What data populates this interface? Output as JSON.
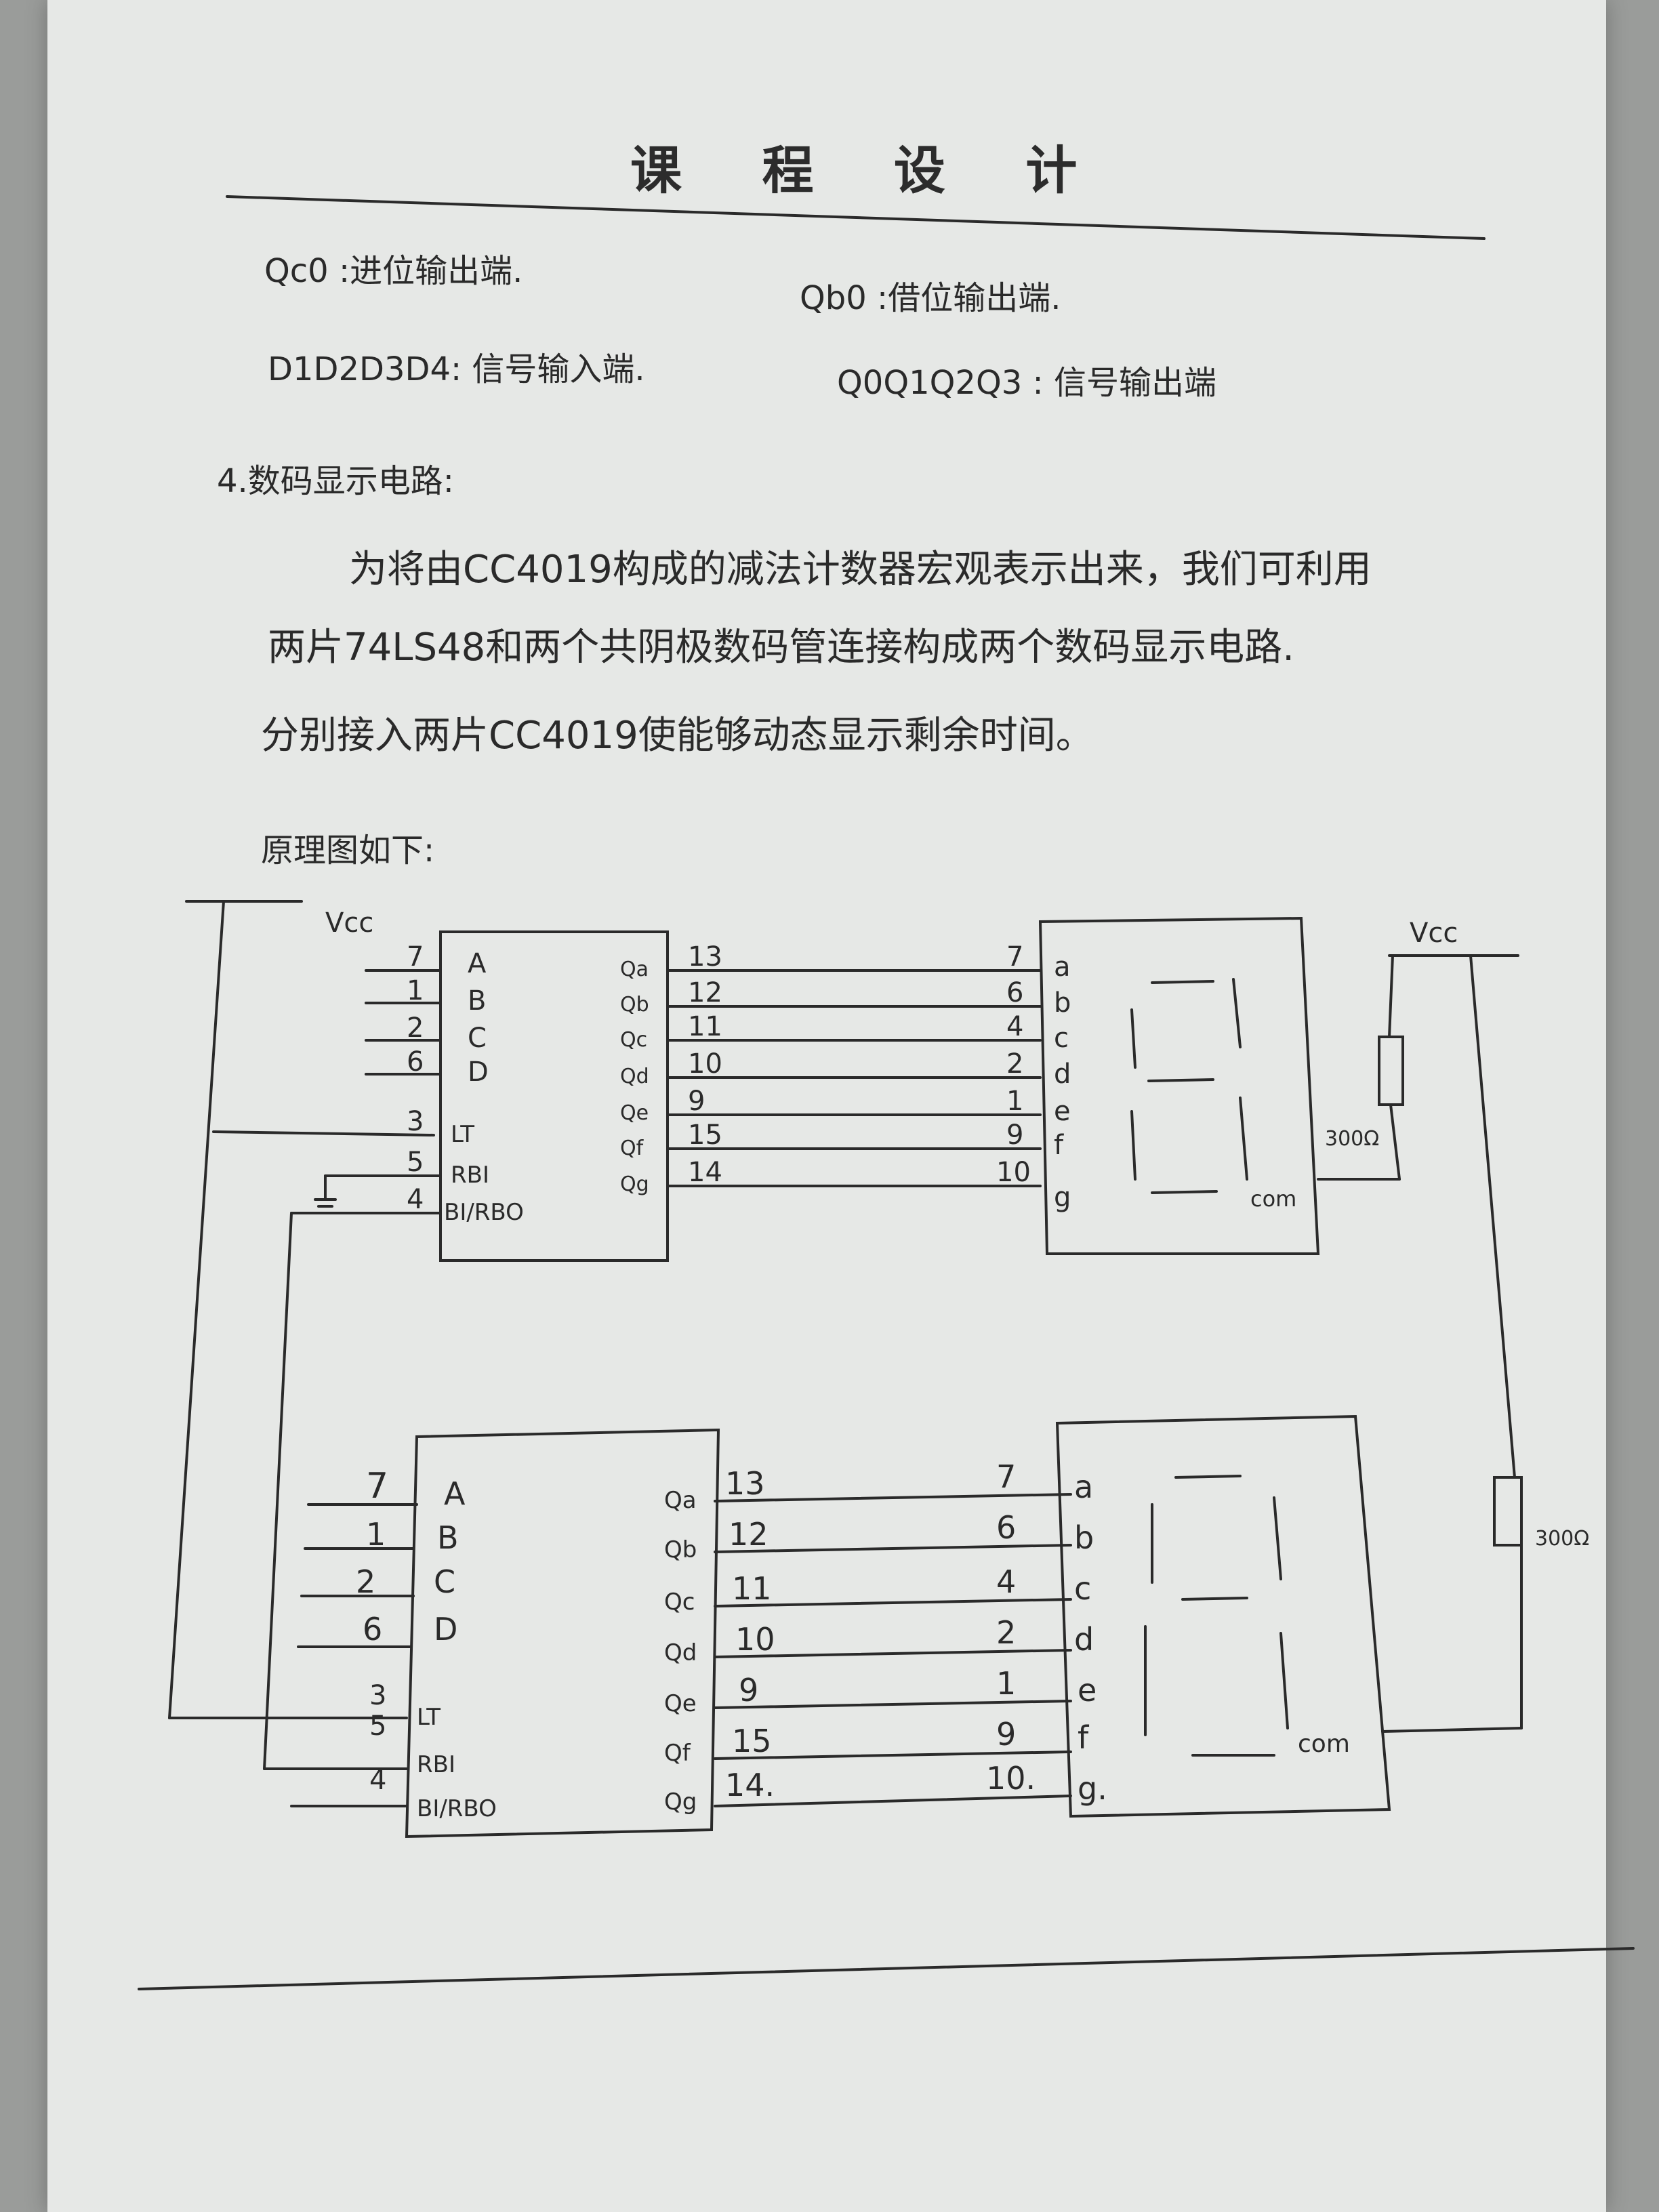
{
  "page_title": "课 程 设 计",
  "definitions": {
    "qc0": "Qc0 :进位输出端.",
    "qb0": "Qb0 :借位输出端.",
    "d_inputs": "D1D2D3D4: 信号输入端.",
    "q_outputs": "Q0Q1Q2Q3 : 信号输出端"
  },
  "section_heading": "4.数码显示电路:",
  "paragraph": [
    "为将由CC4019构成的减法计数器宏观表示出来，我们可利用",
    "两片74LS48和两个共阴极数码管连接构成两个数码显示电路.",
    "分别接入两片CC4019使能够动态显示剩余时间。"
  ],
  "diagram_caption": "原理图如下:",
  "circuit": {
    "vcc_left": "Vcc",
    "vcc_right": "Vcc",
    "resistor_1": "300Ω",
    "resistor_2": "300Ω",
    "chip1": {
      "in_pins": [
        "7",
        "1",
        "2",
        "6"
      ],
      "in_labels": [
        "A",
        "B",
        "C",
        "D"
      ],
      "ctrl_pins": [
        "3",
        "5",
        "4"
      ],
      "ctrl_labels": [
        "LT",
        "RBI",
        "BI/RBO"
      ],
      "out_labels": [
        "Qa",
        "Qb",
        "Qc",
        "Qd",
        "Qe",
        "Qf",
        "Qg"
      ],
      "out_pins": [
        "13",
        "12",
        "11",
        "10",
        "9",
        "15",
        "14"
      ]
    },
    "display1": {
      "pins": [
        "7",
        "6",
        "4",
        "2",
        "1",
        "9",
        "10"
      ],
      "segments": [
        "a",
        "b",
        "c",
        "d",
        "e",
        "f",
        "g"
      ],
      "com": "com"
    },
    "chip2": {
      "in_pins": [
        "7",
        "1",
        "2",
        "6"
      ],
      "in_labels": [
        "A",
        "B",
        "C",
        "D"
      ],
      "ctrl_pins": [
        "3",
        "5",
        "4"
      ],
      "ctrl_labels": [
        "LT",
        "RBI",
        "BI/RBO"
      ],
      "out_labels": [
        "Qa",
        "Qb",
        "Qc",
        "Qd",
        "Qe",
        "Qf",
        "Qg"
      ],
      "out_pins": [
        "13",
        "12",
        "11",
        "10",
        "9",
        "15",
        "14."
      ]
    },
    "display2": {
      "pins": [
        "7",
        "6",
        "4",
        "2",
        "1",
        "9",
        "10."
      ],
      "segments": [
        "a",
        "b",
        "c",
        "d",
        "e",
        "f",
        "g."
      ],
      "com": "com"
    }
  }
}
